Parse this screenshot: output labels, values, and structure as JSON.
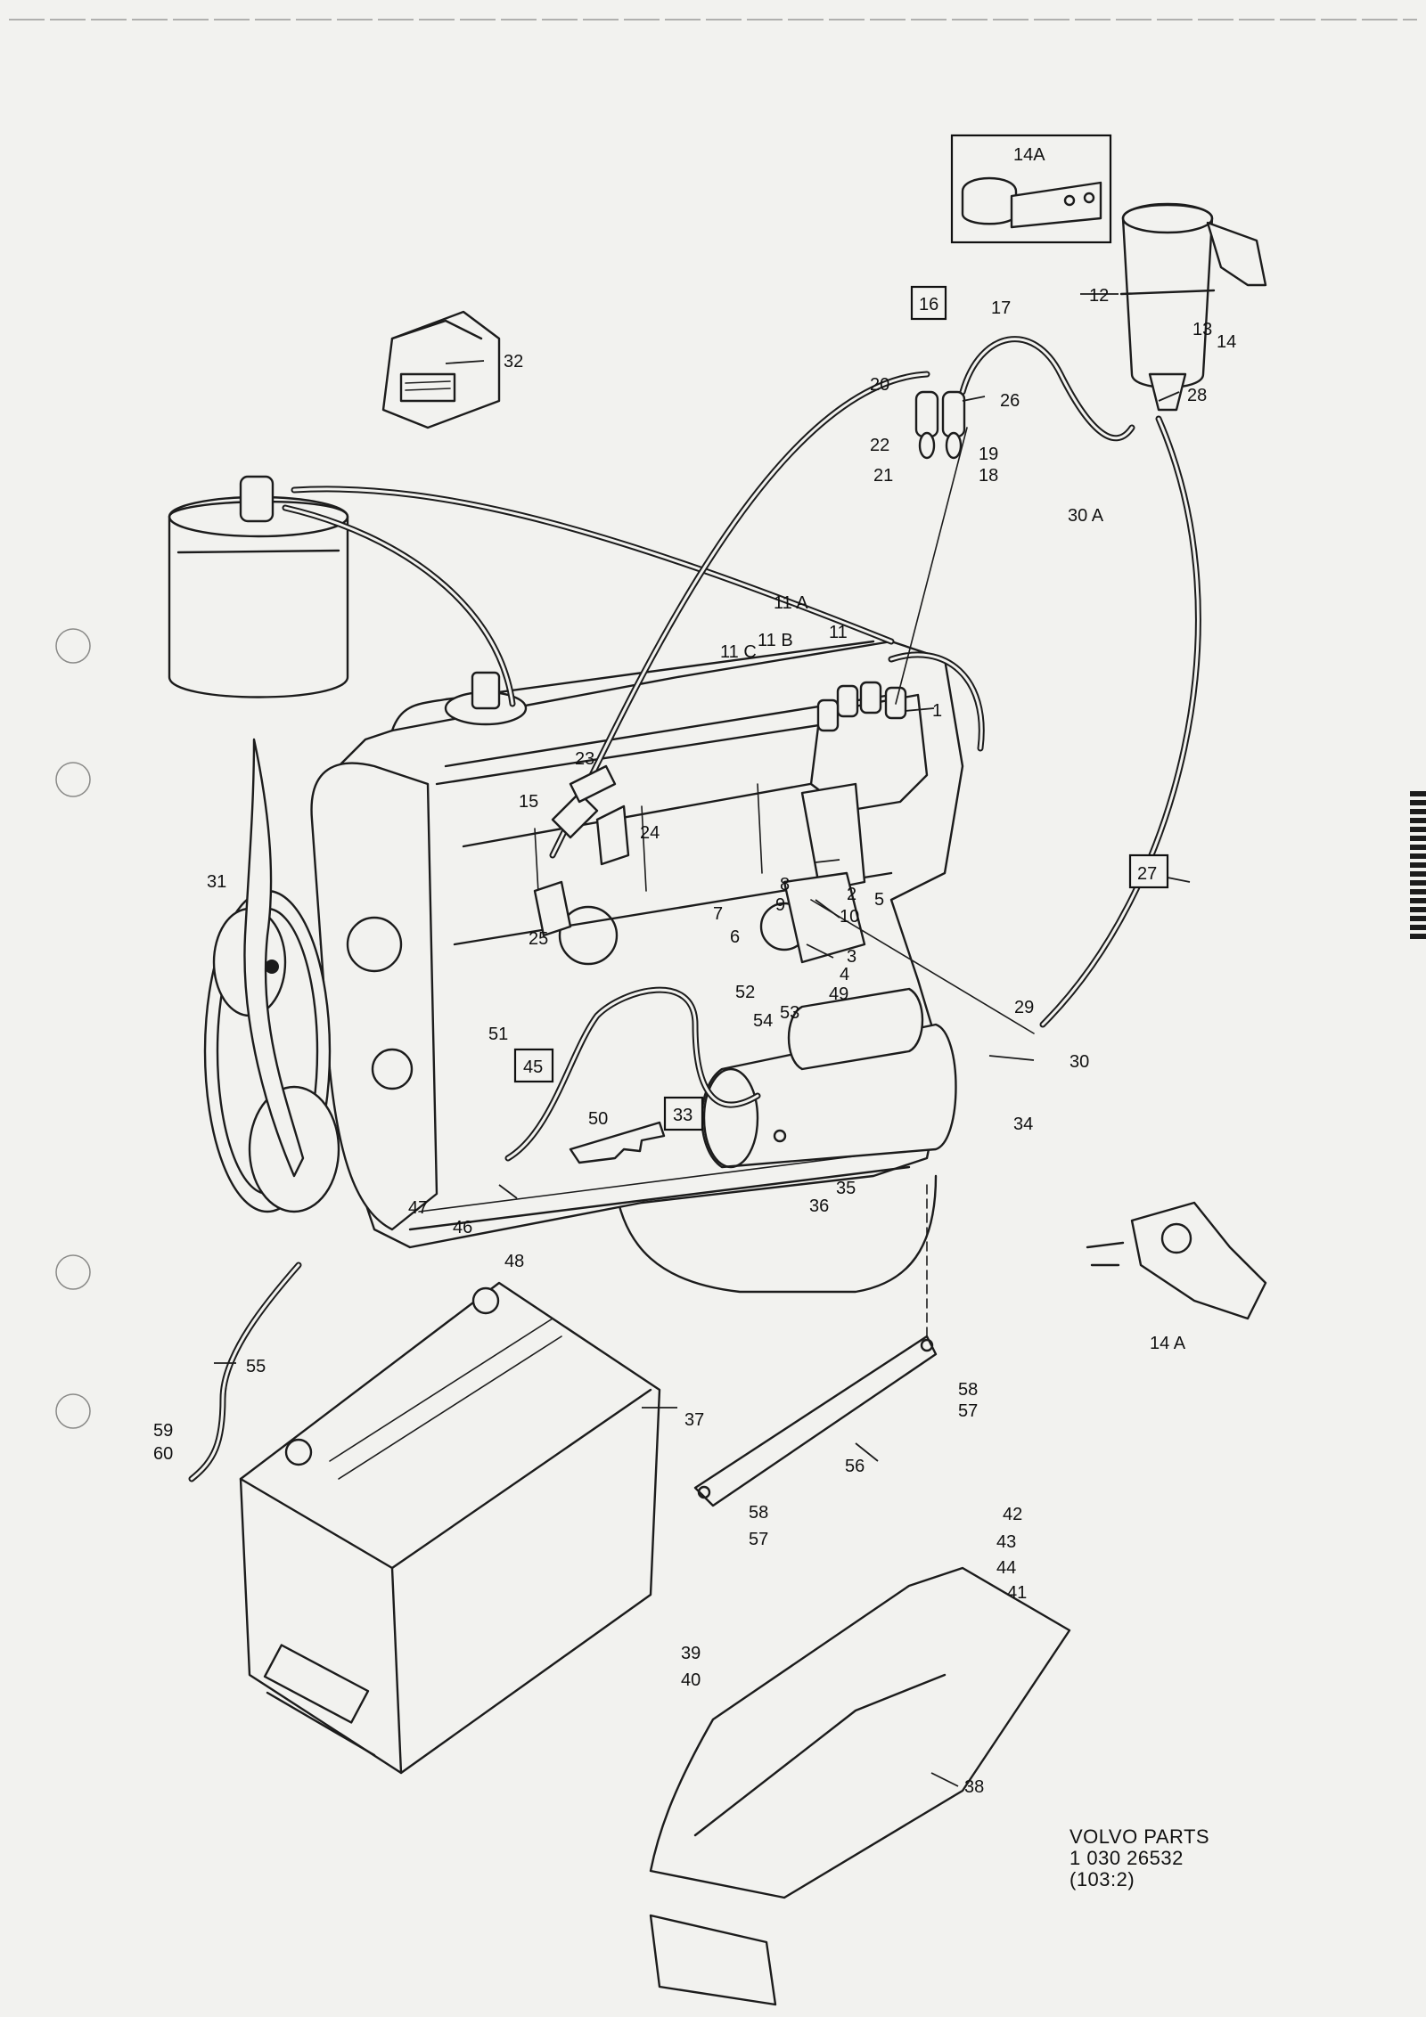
{
  "footer": {
    "brand": "VOLVO PARTS",
    "number": "1 030 26532",
    "ref": "(103:2)"
  },
  "callouts": {
    "c1": "1",
    "c2": "2",
    "c3": "3",
    "c4": "4",
    "c5": "5",
    "c6": "6",
    "c7": "7",
    "c8": "8",
    "c9": "9",
    "c10": "10",
    "c11": "11",
    "c11a": "11 A",
    "c11b": "11 B",
    "c11c": "11 C",
    "c12": "12",
    "c13": "13",
    "c14": "14",
    "c14a_box": "14A",
    "c14a": "14 A",
    "c15": "15",
    "c16": "16",
    "c17": "17",
    "c18": "18",
    "c19": "19",
    "c20": "20",
    "c21": "21",
    "c22": "22",
    "c23": "23",
    "c24": "24",
    "c25": "25",
    "c26": "26",
    "c27": "27",
    "c28": "28",
    "c29": "29",
    "c30": "30",
    "c30a": "30 A",
    "c31": "31",
    "c32": "32",
    "c33": "33",
    "c34": "34",
    "c35": "35",
    "c36": "36",
    "c37": "37",
    "c38": "38",
    "c39": "39",
    "c40": "40",
    "c41": "41",
    "c42": "42",
    "c43": "43",
    "c44": "44",
    "c45": "45",
    "c46": "46",
    "c47": "47",
    "c48": "48",
    "c49": "49",
    "c50": "50",
    "c51": "51",
    "c52": "52",
    "c53": "53",
    "c54": "54",
    "c55": "55",
    "c56": "56",
    "c57": "57",
    "c57b": "57",
    "c58": "58",
    "c58b": "58",
    "c59": "59",
    "c60": "60"
  },
  "colors": {
    "ink": "#1c1c1c",
    "paper": "#f2f2ef"
  }
}
